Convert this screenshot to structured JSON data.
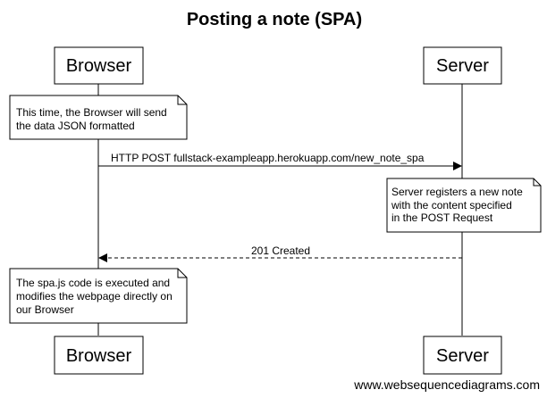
{
  "diagram": {
    "title": "Posting a note (SPA)",
    "participants": [
      {
        "id": "browser",
        "label": "Browser"
      },
      {
        "id": "server",
        "label": "Server"
      }
    ],
    "notes": [
      {
        "id": "note-browser-json",
        "over": "browser",
        "lines": [
          "This time, the Browser will send",
          "the data JSON formatted"
        ]
      },
      {
        "id": "note-server-registers",
        "over": "server",
        "lines": [
          "Server registers a new note",
          "with the content specified",
          "in the POST Request"
        ]
      },
      {
        "id": "note-browser-spa",
        "over": "browser",
        "lines": [
          "The spa.js code is executed and",
          "modifies the webpage directly on",
          "our Browser"
        ]
      }
    ],
    "messages": [
      {
        "id": "msg-post",
        "from": "browser",
        "to": "server",
        "label": "HTTP POST fullstack-exampleapp.herokuapp.com/new_note_spa",
        "style": "solid"
      },
      {
        "id": "msg-created",
        "from": "server",
        "to": "browser",
        "label": "201 Created",
        "style": "dashed"
      }
    ],
    "watermark": "www.websequencediagrams.com"
  }
}
